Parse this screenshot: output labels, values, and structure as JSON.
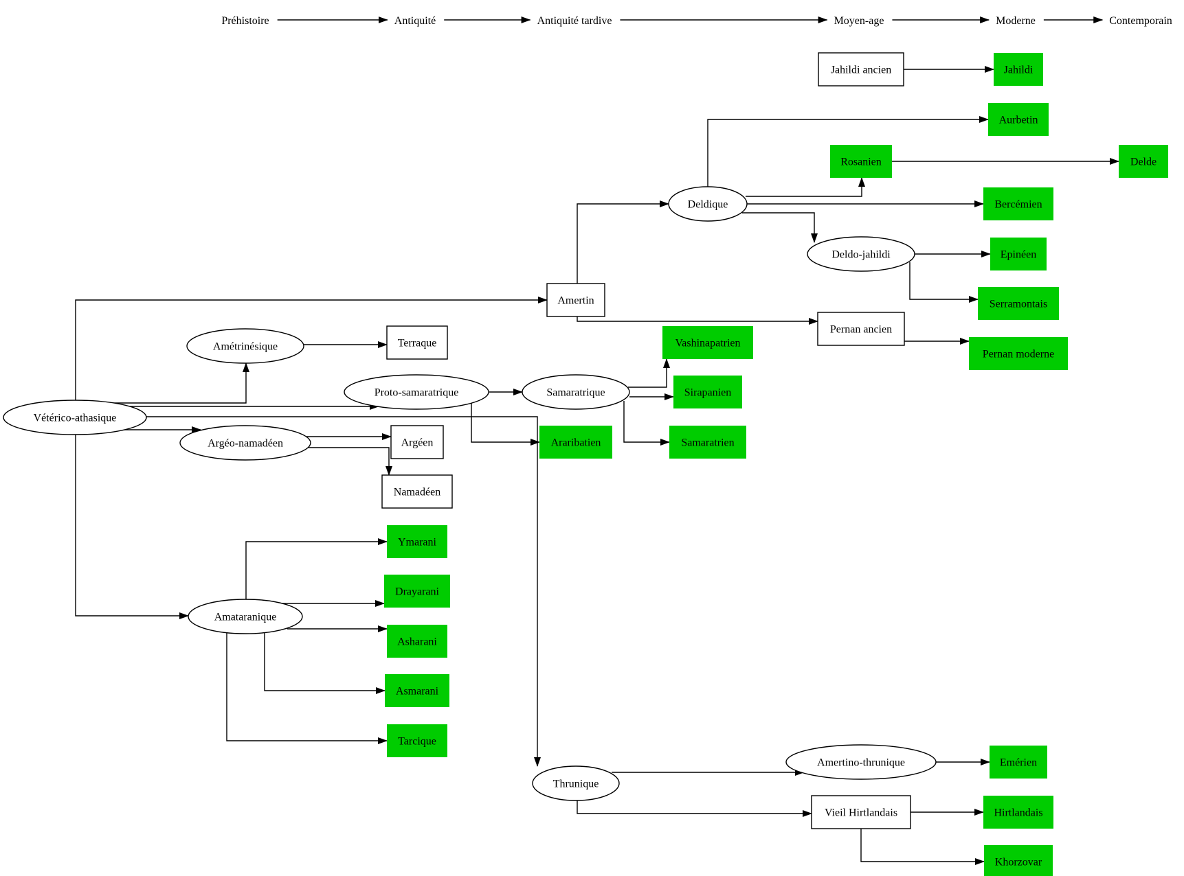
{
  "timeline": [
    "Préhistoire",
    "Antiquité",
    "Antiquité tardive",
    "Moyen-age",
    "Moderne",
    "Contemporain"
  ],
  "colors": {
    "modern_fill": "#00cc00",
    "historic_fill": "#ffffff",
    "stroke": "#000000",
    "background": "#ffffff"
  },
  "nodes": [
    {
      "id": "veterico",
      "label": "Vétérico-athasique",
      "shape": "ellipse"
    },
    {
      "id": "ametrinesique",
      "label": "Amétrinésique",
      "shape": "ellipse"
    },
    {
      "id": "terraque",
      "label": "Terraque",
      "shape": "box"
    },
    {
      "id": "proto_samaratrique",
      "label": "Proto-samaratrique",
      "shape": "ellipse"
    },
    {
      "id": "samaratrique",
      "label": "Samaratrique",
      "shape": "ellipse"
    },
    {
      "id": "argeo_namadeen",
      "label": "Argéo-namadéen",
      "shape": "ellipse"
    },
    {
      "id": "argeen",
      "label": "Argéen",
      "shape": "box"
    },
    {
      "id": "namadeen",
      "label": "Namadéen",
      "shape": "box"
    },
    {
      "id": "amataranique",
      "label": "Amataranique",
      "shape": "ellipse"
    },
    {
      "id": "ymarani",
      "label": "Ymarani",
      "shape": "modern"
    },
    {
      "id": "drayarani",
      "label": "Drayarani",
      "shape": "modern"
    },
    {
      "id": "asharani",
      "label": "Asharani",
      "shape": "modern"
    },
    {
      "id": "asmarani",
      "label": "Asmarani",
      "shape": "modern"
    },
    {
      "id": "tarcique",
      "label": "Tarcique",
      "shape": "modern"
    },
    {
      "id": "amertin",
      "label": "Amertin",
      "shape": "box"
    },
    {
      "id": "araribatien",
      "label": "Araribatien",
      "shape": "modern"
    },
    {
      "id": "thrunique",
      "label": "Thrunique",
      "shape": "ellipse"
    },
    {
      "id": "deldique",
      "label": "Deldique",
      "shape": "ellipse"
    },
    {
      "id": "vashinapatrien",
      "label": "Vashinapatrien",
      "shape": "modern"
    },
    {
      "id": "sirapanien",
      "label": "Sirapanien",
      "shape": "modern"
    },
    {
      "id": "samaratrien",
      "label": "Samaratrien",
      "shape": "modern"
    },
    {
      "id": "jahildi_ancien",
      "label": "Jahildi ancien",
      "shape": "box"
    },
    {
      "id": "rosanien",
      "label": "Rosanien",
      "shape": "modern"
    },
    {
      "id": "deldo_jahildi",
      "label": "Deldo-jahildi",
      "shape": "ellipse"
    },
    {
      "id": "pernan_ancien",
      "label": "Pernan ancien",
      "shape": "box"
    },
    {
      "id": "amertino_thrunique",
      "label": "Amertino-thrunique",
      "shape": "ellipse"
    },
    {
      "id": "vieil_hirtlandais",
      "label": "Vieil Hirtlandais",
      "shape": "box"
    },
    {
      "id": "jahildi",
      "label": "Jahildi",
      "shape": "modern"
    },
    {
      "id": "aurbetin",
      "label": "Aurbetin",
      "shape": "modern"
    },
    {
      "id": "bercemien",
      "label": "Bercémien",
      "shape": "modern"
    },
    {
      "id": "epineen",
      "label": "Epinéen",
      "shape": "modern"
    },
    {
      "id": "serramontais",
      "label": "Serramontais",
      "shape": "modern"
    },
    {
      "id": "pernan_moderne",
      "label": "Pernan moderne",
      "shape": "modern"
    },
    {
      "id": "emerien",
      "label": "Emérien",
      "shape": "modern"
    },
    {
      "id": "hirtlandais",
      "label": "Hirtlandais",
      "shape": "modern"
    },
    {
      "id": "khorzovar",
      "label": "Khorzovar",
      "shape": "modern"
    },
    {
      "id": "delde",
      "label": "Delde",
      "shape": "modern"
    }
  ],
  "edges": [
    [
      "veterico",
      "amertin"
    ],
    [
      "veterico",
      "ametrinesique"
    ],
    [
      "veterico",
      "proto_samaratrique"
    ],
    [
      "veterico",
      "thrunique"
    ],
    [
      "veterico",
      "argeo_namadeen"
    ],
    [
      "veterico",
      "amataranique"
    ],
    [
      "ametrinesique",
      "terraque"
    ],
    [
      "proto_samaratrique",
      "samaratrique"
    ],
    [
      "proto_samaratrique",
      "araribatien"
    ],
    [
      "samaratrique",
      "vashinapatrien"
    ],
    [
      "samaratrique",
      "sirapanien"
    ],
    [
      "samaratrique",
      "samaratrien"
    ],
    [
      "argeo_namadeen",
      "argeen"
    ],
    [
      "argeo_namadeen",
      "namadeen"
    ],
    [
      "amataranique",
      "ymarani"
    ],
    [
      "amataranique",
      "drayarani"
    ],
    [
      "amataranique",
      "asharani"
    ],
    [
      "amataranique",
      "asmarani"
    ],
    [
      "amataranique",
      "tarcique"
    ],
    [
      "amertin",
      "deldique"
    ],
    [
      "amertin",
      "pernan_ancien"
    ],
    [
      "deldique",
      "aurbetin"
    ],
    [
      "deldique",
      "rosanien"
    ],
    [
      "deldique",
      "bercemien"
    ],
    [
      "deldique",
      "deldo_jahildi"
    ],
    [
      "rosanien",
      "delde"
    ],
    [
      "deldo_jahildi",
      "epineen"
    ],
    [
      "deldo_jahildi",
      "serramontais"
    ],
    [
      "pernan_ancien",
      "pernan_moderne"
    ],
    [
      "jahildi_ancien",
      "jahildi"
    ],
    [
      "thrunique",
      "amertino_thrunique"
    ],
    [
      "thrunique",
      "vieil_hirtlandais"
    ],
    [
      "amertino_thrunique",
      "emerien"
    ],
    [
      "vieil_hirtlandais",
      "hirtlandais"
    ],
    [
      "vieil_hirtlandais",
      "khorzovar"
    ]
  ]
}
